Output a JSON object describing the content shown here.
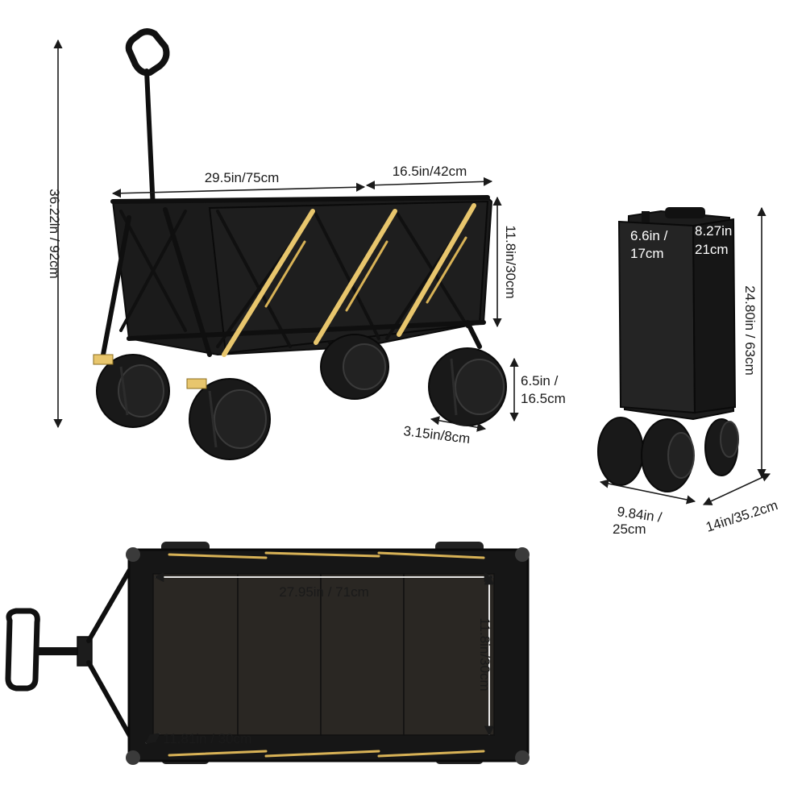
{
  "dimensions": {
    "total_height": "36.22in / 92cm",
    "length": "29.5in/75cm",
    "width": "16.5in/42cm",
    "bed_height": "11.8in/30cm",
    "clearance": [
      "6.5in /",
      "16.5cm"
    ],
    "wheel_width": "3.15in/8cm",
    "folded_depth": [
      "6.6in /",
      "17cm"
    ],
    "folded_width": [
      "8.27in /",
      "21cm"
    ],
    "folded_height": "24.80in / 63cm",
    "folded_base_width": [
      "9.84in /",
      "25cm"
    ],
    "folded_base_depth": "14in/35.2cm",
    "inner_length": "27.95in / 71cm",
    "inner_width": "11.8in/30cm",
    "inner_depth": "11.81in / 30cm"
  },
  "colors": {
    "cart": "#1b1b1b",
    "accent": "#e8c66d",
    "background": "#ffffff"
  }
}
